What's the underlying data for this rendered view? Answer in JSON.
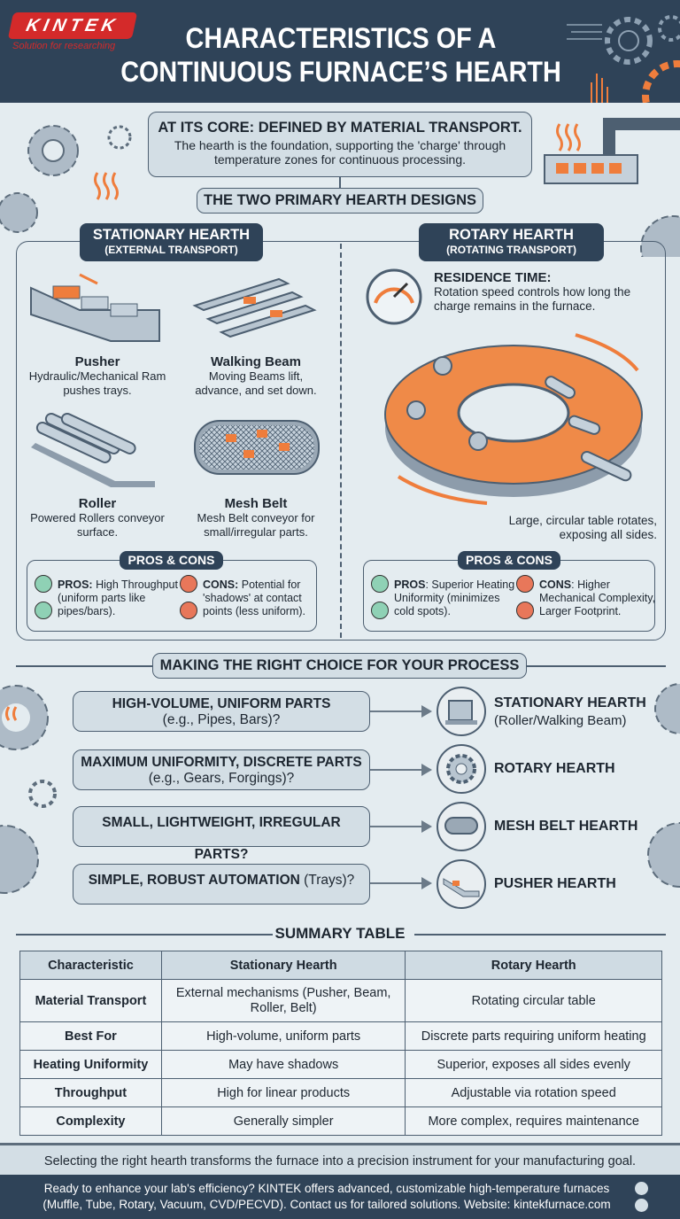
{
  "brand": {
    "logo": "KINTEK",
    "tagline": "Solution for researching"
  },
  "title": {
    "line1": "CHARACTERISTICS OF A",
    "line2": "CONTINUOUS FURNACE’S HEARTH"
  },
  "core": {
    "heading": "AT ITS CORE: DEFINED BY MATERIAL TRANSPORT.",
    "text": "The hearth is the foundation, supporting the 'charge' through temperature zones for continuous processing."
  },
  "designs_heading": "THE TWO PRIMARY HEARTH DESIGNS",
  "stationary": {
    "title": "STATIONARY HEARTH",
    "subtitle": "(EXTERNAL TRANSPORT)",
    "items": [
      {
        "label": "Pusher",
        "desc": "Hydraulic/Mechanical Ram pushes trays."
      },
      {
        "label": "Walking Beam",
        "desc": "Moving Beams lift, advance, and set down."
      },
      {
        "label": "Roller",
        "desc": "Powered Rollers conveyor surface."
      },
      {
        "label": "Mesh Belt",
        "desc": "Mesh Belt conveyor for small/irregular parts."
      }
    ],
    "pros_cons": {
      "heading": "PROS & CONS",
      "pros_label": "PROS:",
      "pros": "High Throughput (uniform parts like pipes/bars).",
      "cons_label": "CONS:",
      "cons": "Potential for 'shadows' at contact points (less uniform)."
    }
  },
  "rotary": {
    "title": "ROTARY HEARTH",
    "subtitle": "(ROTATING TRANSPORT)",
    "residence_heading": "RESIDENCE TIME:",
    "residence_text": "Rotation speed controls how long the charge remains in the furnace.",
    "caption": "Large, circular table rotates, exposing all sides.",
    "pros_cons": {
      "heading": "PROS & CONS",
      "pros_label": "PROS",
      "pros": ": Superior Heating Uniformity (minimizes cold spots).",
      "cons_label": "CONS",
      "cons": ": Higher Mechanical Complexity, Larger Footprint."
    }
  },
  "choice": {
    "heading": "MAKING THE RIGHT CHOICE FOR YOUR PROCESS",
    "rows": [
      {
        "q1": "HIGH-VOLUME, UNIFORM PARTS",
        "q2": "(e.g., Pipes, Bars)?",
        "a1": "STATIONARY HEARTH",
        "a2": "(Roller/Walking Beam)"
      },
      {
        "q1": "MAXIMUM UNIFORMITY, DISCRETE PARTS",
        "q2": "(e.g., Gears, Forgings)?",
        "a1": "ROTARY HEARTH",
        "a2": ""
      },
      {
        "q1": "SMALL, LIGHTWEIGHT, IRREGULAR PARTS?",
        "q2": "",
        "a1": "MESH BELT HEARTH",
        "a2": ""
      },
      {
        "q1": "SIMPLE, ROBUST AUTOMATION",
        "q2": "(Trays)?",
        "a1": "PUSHER HEARTH",
        "a2": ""
      }
    ]
  },
  "summary": {
    "heading": "SUMMARY TABLE",
    "columns": [
      "Characteristic",
      "Stationary Hearth",
      "Rotary Hearth"
    ],
    "rows": [
      [
        "Material Transport",
        "External mechanisms (Pusher, Beam, Roller, Belt)",
        "Rotating circular table"
      ],
      [
        "Best For",
        "High-volume, uniform parts",
        "Discrete parts requiring uniform heating"
      ],
      [
        "Heating Uniformity",
        "May have shadows",
        "Superior, exposes all sides evenly"
      ],
      [
        "Throughput",
        "High for linear products",
        "Adjustable via rotation speed"
      ],
      [
        "Complexity",
        "Generally simpler",
        "More complex, requires maintenance"
      ]
    ]
  },
  "conclusion": "Selecting the right hearth transforms the furnace into a precision instrument for your manufacturing goal.",
  "footer": {
    "line1": "Ready to enhance your lab's efficiency? KINTEK offers advanced, customizable high-temperature furnaces",
    "line2": "(Muffle, Tube, Rotary, Vacuum, CVD/PECVD). Contact us for tailored solutions. Website: kintekfurnace.com"
  },
  "colors": {
    "navy": "#2f4358",
    "orange": "#ef7d3c",
    "green": "#8fd1b5",
    "red": "#e8775a",
    "background": "#e4ecf0"
  }
}
